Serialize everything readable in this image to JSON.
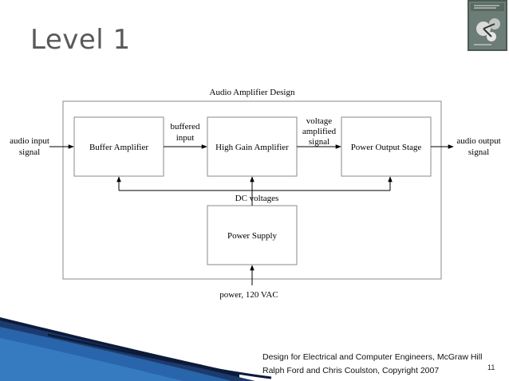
{
  "slide": {
    "title": "Level 1",
    "page_number": "11"
  },
  "diagram": {
    "outer_title": "Audio Amplifier Design",
    "input_label_line1": "audio input",
    "input_label_line2": "signal",
    "output_label_line1": "audio output",
    "output_label_line2": "signal",
    "blocks": {
      "buffer": "Buffer Amplifier",
      "high_gain": "High Gain Amplifier",
      "power_output": "Power Output Stage",
      "power_supply": "Power Supply"
    },
    "buffered_input_line1": "buffered",
    "buffered_input_line2": "input",
    "voltage_line1": "voltage",
    "voltage_line2": "amplified",
    "voltage_line3": "signal",
    "dc_voltages": "DC voltages",
    "power_input": "power, 120 VAC"
  },
  "footer": {
    "line1": "Design for Electrical and Computer Engineers, McGraw Hill",
    "line2": "Ralph Ford and Chris Coulston, Copyright 2007"
  },
  "colors": {
    "title": "#595959",
    "swoosh_dark": "#0d1b3a",
    "swoosh_blue": "#2a6db5"
  }
}
